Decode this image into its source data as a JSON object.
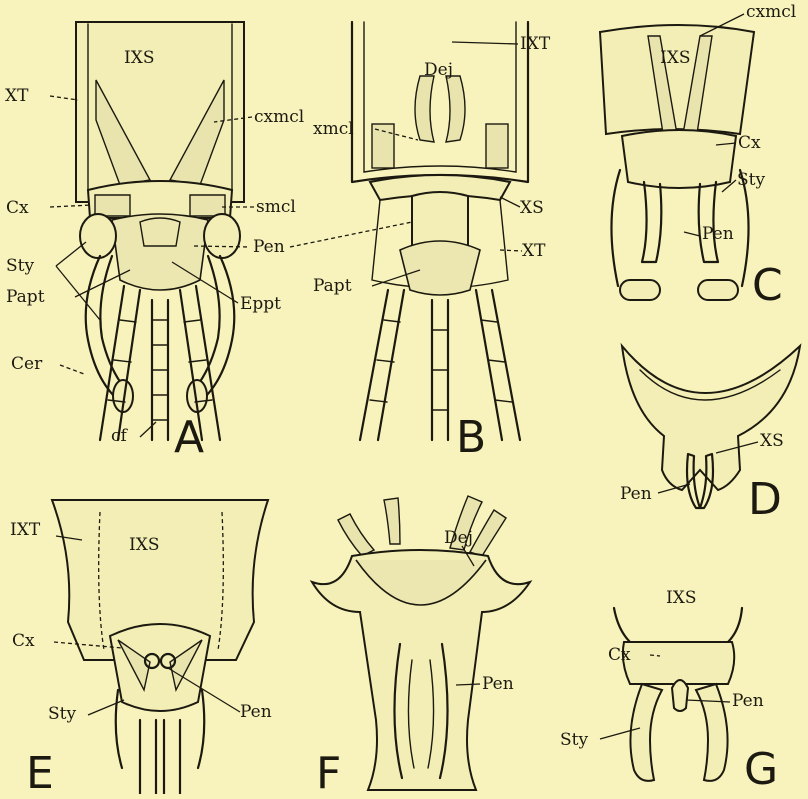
{
  "figure_a": {
    "letter": "A",
    "labels": {
      "ixs": "IXS",
      "xt": "XT",
      "cxmcl": "cxmcl",
      "cx": "Cx",
      "smcl": "smcl",
      "sty": "Sty",
      "pen": "Pen",
      "papt": "Papt",
      "eppt": "Eppt",
      "cer": "Cer",
      "cf": "cf"
    }
  },
  "figure_b": {
    "letter": "B",
    "labels": {
      "ixt": "IXT",
      "dej": "Dej",
      "xmcl": "xmcl",
      "xs": "XS",
      "xt": "XT",
      "papt": "Papt"
    }
  },
  "figure_c": {
    "letter": "C",
    "labels": {
      "cxmcl": "cxmcl",
      "ixs": "IXS",
      "cx": "Cx",
      "sty": "Sty",
      "pen": "Pen"
    }
  },
  "figure_d": {
    "letter": "D",
    "labels": {
      "xs": "XS",
      "pen": "Pen"
    }
  },
  "figure_e": {
    "letter": "E",
    "labels": {
      "ixt": "IXT",
      "ixs": "IXS",
      "cx": "Cx",
      "sty": "Sty",
      "pen": "Pen"
    }
  },
  "figure_f": {
    "letter": "F",
    "labels": {
      "dej": "Dej",
      "pen": "Pen"
    }
  },
  "figure_g": {
    "letter": "G",
    "labels": {
      "ixs": "IXS",
      "cx": "Cx",
      "pen": "Pen",
      "sty": "Sty"
    }
  }
}
